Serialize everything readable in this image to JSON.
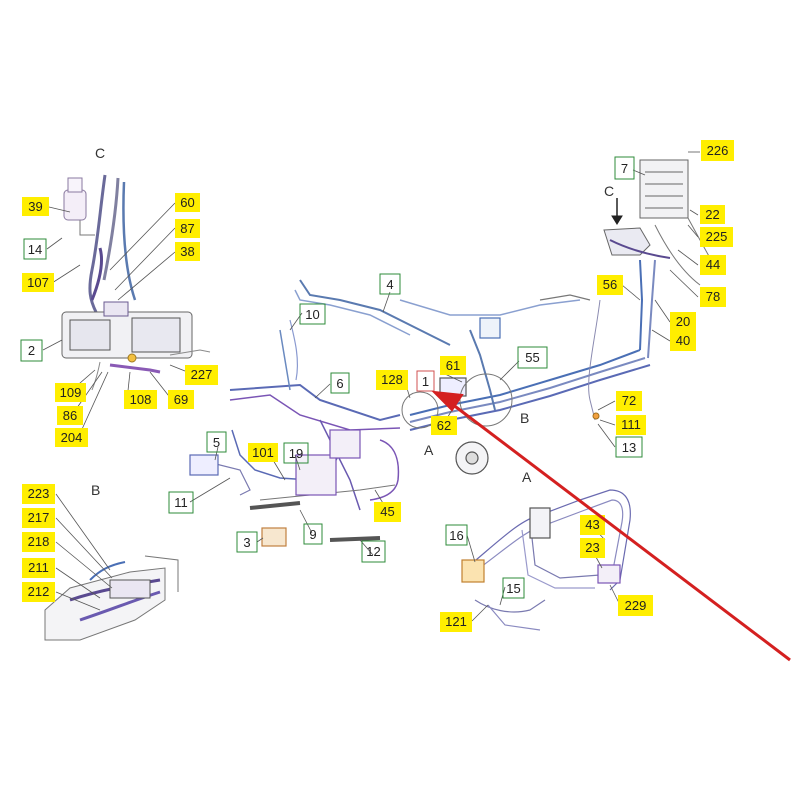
{
  "view_labels": {
    "c_top": "C",
    "c_arrow": "C",
    "b_left": "B",
    "b_mid": "B",
    "a_mid": "A",
    "a_low": "A"
  },
  "callouts": {
    "c39": "39",
    "c14": "14",
    "c107": "107",
    "c60": "60",
    "c87": "87",
    "c38": "38",
    "c2": "2",
    "c227": "227",
    "c109": "109",
    "c86": "86",
    "c204": "204",
    "c108": "108",
    "c69": "69",
    "c4": "4",
    "c10": "10",
    "c6": "6",
    "c128": "128",
    "c1": "1",
    "c61": "61",
    "c62": "62",
    "c55": "55",
    "c5": "5",
    "c11": "11",
    "c101": "101",
    "c19": "19",
    "c3": "3",
    "c9": "9",
    "c12": "12",
    "c45": "45",
    "c7": "7",
    "c226": "226",
    "c22": "22",
    "c225": "225",
    "c44": "44",
    "c78": "78",
    "c56": "56",
    "c20": "20",
    "c40": "40",
    "c72": "72",
    "c111": "111",
    "c13": "13",
    "c223": "223",
    "c217": "217",
    "c218": "218",
    "c211": "211",
    "c212": "212",
    "c16": "16",
    "c15": "15",
    "c121": "121",
    "c43": "43",
    "c23": "23",
    "c229": "229"
  },
  "colors": {
    "highlight": "#ffee00",
    "green_box": "#2e8b3a",
    "red_box": "#d05050",
    "arrow": "#d42020",
    "hose_blue": "#4a6fb5",
    "hose_purple": "#7a55b5",
    "line_gray": "#8a8a8a"
  }
}
